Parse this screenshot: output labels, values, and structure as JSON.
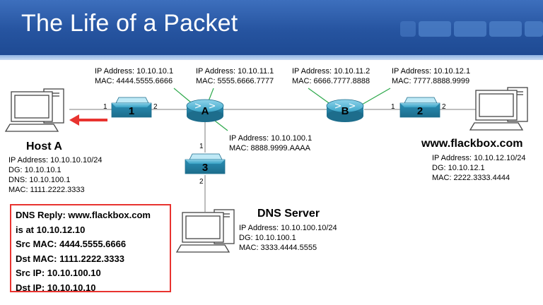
{
  "title": "The Life of a Packet",
  "colors": {
    "header": "#2654a0",
    "device": "#2a8fb5",
    "link_green": "#2ca84a",
    "arrow_red": "#e8332f",
    "line_grey": "#999999"
  },
  "devices": {
    "switch1": {
      "label": "1"
    },
    "routerA": {
      "label": "A"
    },
    "routerB": {
      "label": "B"
    },
    "switch2": {
      "label": "2"
    },
    "switch3": {
      "label": "3"
    }
  },
  "ports": {
    "s1_left": "1",
    "s1_right": "2",
    "s2_left": "1",
    "s2_right": "2",
    "s3_top": "1",
    "s3_bottom": "2"
  },
  "labels": {
    "routerA_left": {
      "ip": "IP Address: 10.10.10.1",
      "mac": "MAC: 4444.5555.6666"
    },
    "routerA_right": {
      "ip": "IP Address: 10.10.11.1",
      "mac": "MAC: 5555.6666.7777"
    },
    "routerB_left": {
      "ip": "IP Address: 10.10.11.2",
      "mac": "MAC: 6666.7777.8888"
    },
    "routerB_right": {
      "ip": "IP Address: 10.10.12.1",
      "mac": "MAC: 7777.8888.9999"
    },
    "routerA_bottom": {
      "ip": "IP Address: 10.10.100.1",
      "mac": "MAC: 8888.9999.AAAA"
    }
  },
  "hosts": {
    "host_a": {
      "name": "Host A",
      "ip": "IP Address: 10.10.10.10/24",
      "dg": "DG: 10.10.10.1",
      "dns": "DNS: 10.10.100.1",
      "mac": "MAC: 1111.2222.3333"
    },
    "flackbox": {
      "name": "www.flackbox.com",
      "ip": "IP Address: 10.10.12.10/24",
      "dg": "DG: 10.10.12.1",
      "mac": "MAC: 2222.3333.4444"
    },
    "dns": {
      "name": "DNS Server",
      "ip": "IP Address: 10.10.100.10/24",
      "dg": "DG: 10.10.100.1",
      "mac": "MAC: 3333.4444.5555"
    }
  },
  "packet_box": {
    "line1": "DNS Reply: www.flackbox.com",
    "line2": "is at 10.10.12.10",
    "line3": "Src MAC: 4444.5555.6666",
    "line4": "Dst MAC: 1111.2222.3333",
    "line5": "Src IP: 10.10.100.10",
    "line6": "Dst IP: 10.10.10.10"
  }
}
